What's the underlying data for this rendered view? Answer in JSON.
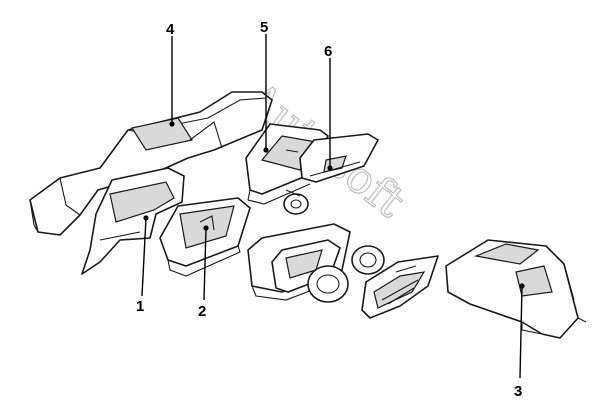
{
  "callouts": [
    {
      "id": "1",
      "label": "1"
    },
    {
      "id": "2",
      "label": "2"
    },
    {
      "id": "3",
      "label": "3"
    },
    {
      "id": "4",
      "label": "4"
    },
    {
      "id": "5",
      "label": "5"
    },
    {
      "id": "6",
      "label": "6"
    }
  ],
  "watermark": "Autosoft",
  "colors": {
    "line": "#1a1a1a",
    "shade": "#d9d9d9",
    "watermark": "#b8b8b8"
  }
}
